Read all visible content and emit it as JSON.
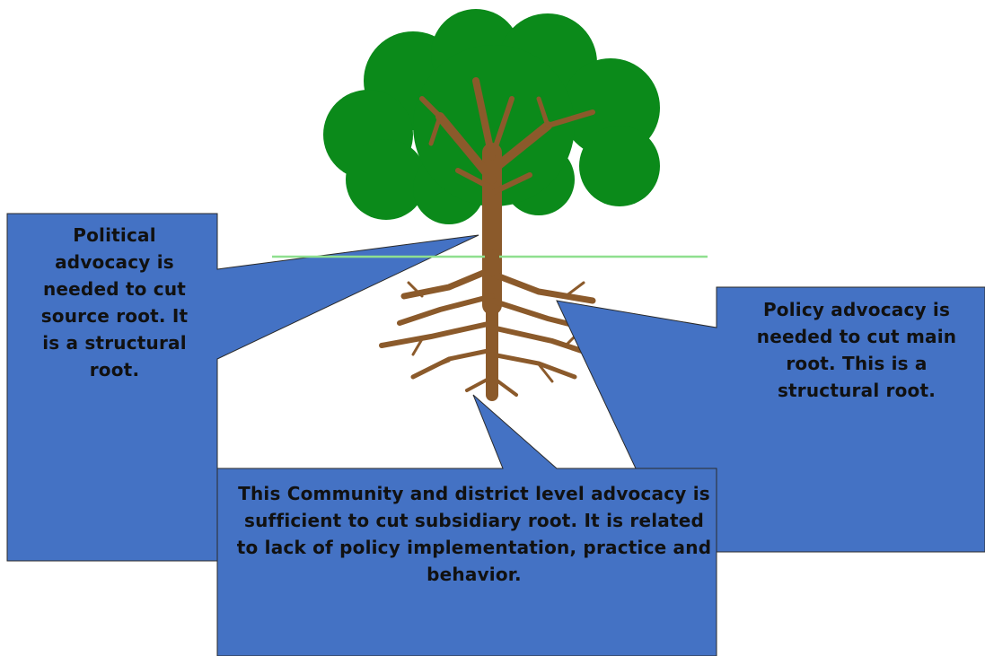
{
  "callouts": {
    "political": "Political advocacy is needed to cut source root. It is a structural root.",
    "policy": "Policy advocacy is needed to cut main root. This is a structural root.",
    "community": "This Community and district level advocacy is sufficient to cut subsidiary root. It is related to lack of policy implementation, practice and behavior."
  },
  "colors": {
    "callout_fill": "#4472C4",
    "callout_stroke": "#2a2a2a",
    "canopy": "#0b8a1a",
    "trunk": "#8b5a2b",
    "ground_line": "#8fe08f"
  },
  "icons": {
    "tree": "tree-icon"
  }
}
